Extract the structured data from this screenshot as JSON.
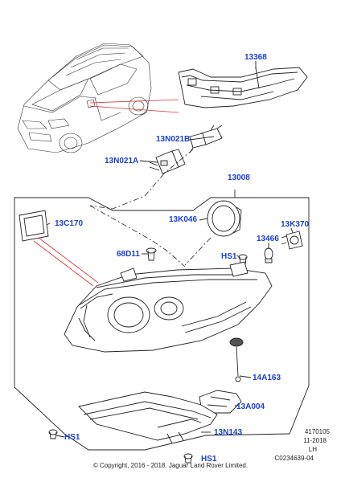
{
  "parts": {
    "p13368": "13368",
    "p13N021B": "13N021B",
    "p13N021A": "13N021A",
    "p13008": "13008",
    "p13C170": "13C170",
    "p13K046": "13K046",
    "p13K370": "13K370",
    "p13466": "13466",
    "p68D11": "68D11",
    "pHS1a": "HS1",
    "p14A163": "14A163",
    "p13A004": "13A004",
    "p13N143": "13N143",
    "pHS1b": "HS1",
    "pHS1c": "HS1"
  },
  "meta": {
    "ref": "4170105",
    "date": "11-2018",
    "side": "LH",
    "code": "C0234639-04"
  },
  "copyright": "© Copyright, 2016 - 2018. Jaguar Land Rover Limited.",
  "colors": {
    "label": "#1a3fd6",
    "leader": "#e03030",
    "line": "#222222"
  }
}
